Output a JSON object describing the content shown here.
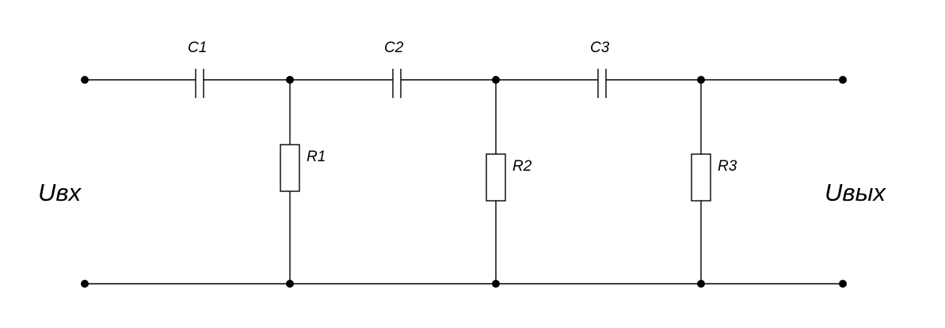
{
  "diagram": {
    "input_label": "Uвх",
    "output_label": "Uвых",
    "capacitors": [
      {
        "label": "C1"
      },
      {
        "label": "C2"
      },
      {
        "label": "C3"
      }
    ],
    "resistors": [
      {
        "label": "R1"
      },
      {
        "label": "R2"
      },
      {
        "label": "R3"
      }
    ]
  }
}
